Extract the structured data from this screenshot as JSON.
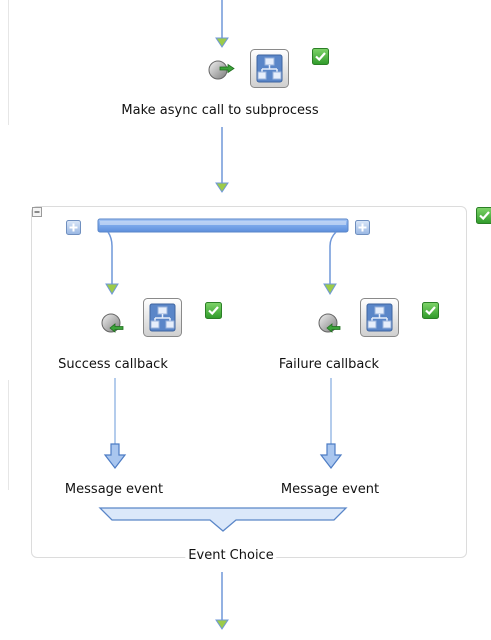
{
  "nodes": {
    "async_call": {
      "label": "Make async call to subprocess",
      "status": "complete"
    },
    "success": {
      "label": "Success callback",
      "status": "complete"
    },
    "failure": {
      "label": "Failure callback",
      "status": "complete"
    },
    "message_left": {
      "label": "Message event"
    },
    "message_right": {
      "label": "Message event"
    },
    "event_choice": {
      "label": "Event Choice",
      "status": "complete"
    }
  },
  "icons": {
    "subprocess": "subprocess-icon",
    "check": "check-icon",
    "expand": "expand-icon",
    "collapse": "collapse-icon",
    "message_arrow": "message-arrow-icon"
  },
  "colors": {
    "arrow": "#6f97d8",
    "arrowhead": "#9ccb4a",
    "check": "#4cb23b",
    "fork_bar": "#7ea9ea",
    "border": "#dcdcdc"
  }
}
